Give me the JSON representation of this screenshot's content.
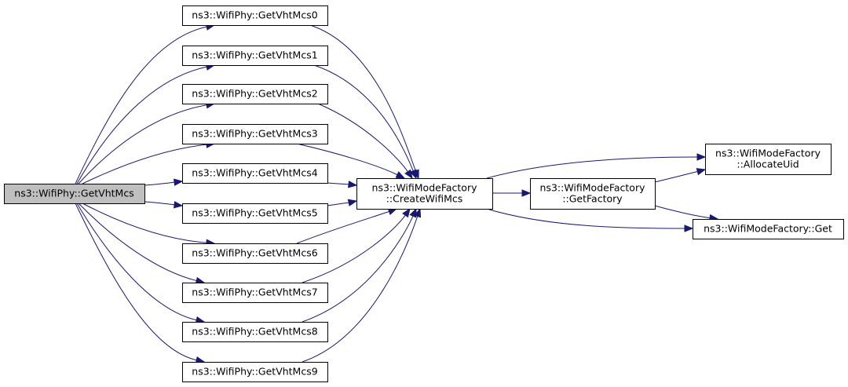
{
  "nodes": [
    {
      "id": "root",
      "lines": [
        "ns3::WifiPhy::GetVhtMcs"
      ],
      "root": true
    },
    {
      "id": "m0",
      "lines": [
        "ns3::WifiPhy::GetVhtMcs0"
      ]
    },
    {
      "id": "m1",
      "lines": [
        "ns3::WifiPhy::GetVhtMcs1"
      ]
    },
    {
      "id": "m2",
      "lines": [
        "ns3::WifiPhy::GetVhtMcs2"
      ]
    },
    {
      "id": "m3",
      "lines": [
        "ns3::WifiPhy::GetVhtMcs3"
      ]
    },
    {
      "id": "m4",
      "lines": [
        "ns3::WifiPhy::GetVhtMcs4"
      ]
    },
    {
      "id": "m5",
      "lines": [
        "ns3::WifiPhy::GetVhtMcs5"
      ]
    },
    {
      "id": "m6",
      "lines": [
        "ns3::WifiPhy::GetVhtMcs6"
      ]
    },
    {
      "id": "m7",
      "lines": [
        "ns3::WifiPhy::GetVhtMcs7"
      ]
    },
    {
      "id": "m8",
      "lines": [
        "ns3::WifiPhy::GetVhtMcs8"
      ]
    },
    {
      "id": "m9",
      "lines": [
        "ns3::WifiPhy::GetVhtMcs9"
      ]
    },
    {
      "id": "create",
      "lines": [
        "ns3::WifiModeFactory",
        "::CreateWifiMcs"
      ]
    },
    {
      "id": "getfactory",
      "lines": [
        "ns3::WifiModeFactory",
        "::GetFactory"
      ]
    },
    {
      "id": "allocate",
      "lines": [
        "ns3::WifiModeFactory",
        "::AllocateUid"
      ]
    },
    {
      "id": "get",
      "lines": [
        "ns3::WifiModeFactory::Get"
      ]
    }
  ],
  "edges": [
    {
      "from": "root",
      "to": "m0"
    },
    {
      "from": "root",
      "to": "m1"
    },
    {
      "from": "root",
      "to": "m2"
    },
    {
      "from": "root",
      "to": "m3"
    },
    {
      "from": "root",
      "to": "m4"
    },
    {
      "from": "root",
      "to": "m5"
    },
    {
      "from": "root",
      "to": "m6"
    },
    {
      "from": "root",
      "to": "m7"
    },
    {
      "from": "root",
      "to": "m8"
    },
    {
      "from": "root",
      "to": "m9"
    },
    {
      "from": "m0",
      "to": "create"
    },
    {
      "from": "m1",
      "to": "create"
    },
    {
      "from": "m2",
      "to": "create"
    },
    {
      "from": "m3",
      "to": "create"
    },
    {
      "from": "m4",
      "to": "create"
    },
    {
      "from": "m5",
      "to": "create"
    },
    {
      "from": "m6",
      "to": "create"
    },
    {
      "from": "m7",
      "to": "create"
    },
    {
      "from": "m8",
      "to": "create"
    },
    {
      "from": "m9",
      "to": "create"
    },
    {
      "from": "create",
      "to": "getfactory"
    },
    {
      "from": "create",
      "to": "allocate"
    },
    {
      "from": "create",
      "to": "get"
    },
    {
      "from": "getfactory",
      "to": "allocate"
    },
    {
      "from": "getfactory",
      "to": "get"
    }
  ],
  "colors": {
    "edge": "#191970",
    "root_fill": "#bfbfbf",
    "node_fill": "#ffffff",
    "border": "#000000"
  }
}
